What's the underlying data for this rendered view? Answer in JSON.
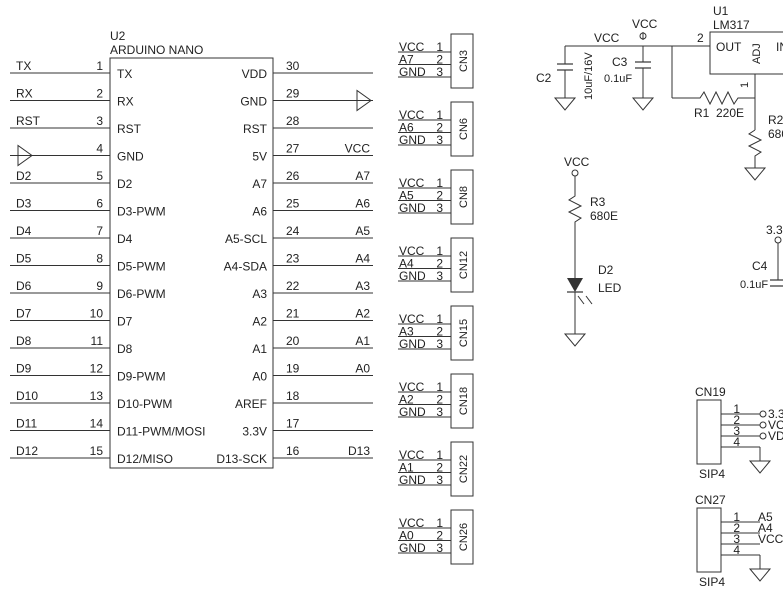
{
  "arduino": {
    "ref": "U2",
    "name": "ARDUINO NANO",
    "left_pins": [
      {
        "num": "1",
        "name": "TX",
        "net": "TX"
      },
      {
        "num": "2",
        "name": "RX",
        "net": "RX"
      },
      {
        "num": "3",
        "name": "RST",
        "net": "RST"
      },
      {
        "num": "4",
        "name": "GND",
        "net": ""
      },
      {
        "num": "5",
        "name": "D2",
        "net": "D2"
      },
      {
        "num": "6",
        "name": "D3-PWM",
        "net": "D3"
      },
      {
        "num": "7",
        "name": "D4",
        "net": "D4"
      },
      {
        "num": "8",
        "name": "D5-PWM",
        "net": "D5"
      },
      {
        "num": "9",
        "name": "D6-PWM",
        "net": "D6"
      },
      {
        "num": "10",
        "name": "D7",
        "net": "D7"
      },
      {
        "num": "11",
        "name": "D8",
        "net": "D8"
      },
      {
        "num": "12",
        "name": "D9-PWM",
        "net": "D9"
      },
      {
        "num": "13",
        "name": "D10-PWM",
        "net": "D10"
      },
      {
        "num": "14",
        "name": "D11-PWM/MOSI",
        "net": "D11"
      },
      {
        "num": "15",
        "name": "D12/MISO",
        "net": "D12"
      }
    ],
    "right_pins": [
      {
        "num": "30",
        "name": "VDD",
        "net": ""
      },
      {
        "num": "29",
        "name": "GND",
        "net": ""
      },
      {
        "num": "28",
        "name": "RST",
        "net": ""
      },
      {
        "num": "27",
        "name": "5V",
        "net": "VCC"
      },
      {
        "num": "26",
        "name": "A7",
        "net": "A7"
      },
      {
        "num": "25",
        "name": "A6",
        "net": "A6"
      },
      {
        "num": "24",
        "name": "A5-SCL",
        "net": "A5"
      },
      {
        "num": "23",
        "name": "A4-SDA",
        "net": "A4"
      },
      {
        "num": "22",
        "name": "A3",
        "net": "A3"
      },
      {
        "num": "21",
        "name": "A2",
        "net": "A2"
      },
      {
        "num": "20",
        "name": "A1",
        "net": "A1"
      },
      {
        "num": "19",
        "name": "A0",
        "net": "A0"
      },
      {
        "num": "18",
        "name": "AREF",
        "net": ""
      },
      {
        "num": "17",
        "name": "3.3V",
        "net": ""
      },
      {
        "num": "16",
        "name": "D13-SCK",
        "net": "D13"
      }
    ]
  },
  "connectors": [
    {
      "ref": "CN3",
      "nets": [
        "VCC",
        "A7",
        "GND"
      ]
    },
    {
      "ref": "CN6",
      "nets": [
        "VCC",
        "A6",
        "GND"
      ]
    },
    {
      "ref": "CN8",
      "nets": [
        "VCC",
        "A5",
        "GND"
      ]
    },
    {
      "ref": "CN12",
      "nets": [
        "VCC",
        "A4",
        "GND"
      ]
    },
    {
      "ref": "CN15",
      "nets": [
        "VCC",
        "A3",
        "GND"
      ]
    },
    {
      "ref": "CN18",
      "nets": [
        "VCC",
        "A2",
        "GND"
      ]
    },
    {
      "ref": "CN22",
      "nets": [
        "VCC",
        "A1",
        "GND"
      ]
    },
    {
      "ref": "CN26",
      "nets": [
        "VCC",
        "A0",
        "GND"
      ]
    }
  ],
  "pin_numbers": [
    "1",
    "2",
    "3",
    "4"
  ],
  "power": {
    "vcc_label": "VCC",
    "regulator": {
      "ref": "U1",
      "name": "LM317",
      "pin_out": "OUT",
      "pin_adj": "ADJ",
      "pin_in": "IN",
      "pin2": "2",
      "pin1": "1"
    },
    "c2": {
      "ref": "C2",
      "value": "10uF/16V"
    },
    "c3": {
      "ref": "C3",
      "value": "0.1uF"
    },
    "r1": {
      "ref": "R1",
      "value": "220E"
    },
    "r2": {
      "ref": "R2",
      "value": "680"
    },
    "r3": {
      "ref": "R3",
      "value": "680E"
    },
    "d2": {
      "ref": "D2",
      "value": "LED"
    },
    "c4": {
      "ref": "C4",
      "value": "0.1uF"
    },
    "v33": "3.3"
  },
  "sip": [
    {
      "ref": "CN19",
      "type": "SIP4",
      "nets": [
        "3.3",
        "VC",
        "VD",
        ""
      ]
    },
    {
      "ref": "CN27",
      "type": "SIP4",
      "nets": [
        "A5",
        "A4",
        "VCC",
        ""
      ]
    }
  ]
}
